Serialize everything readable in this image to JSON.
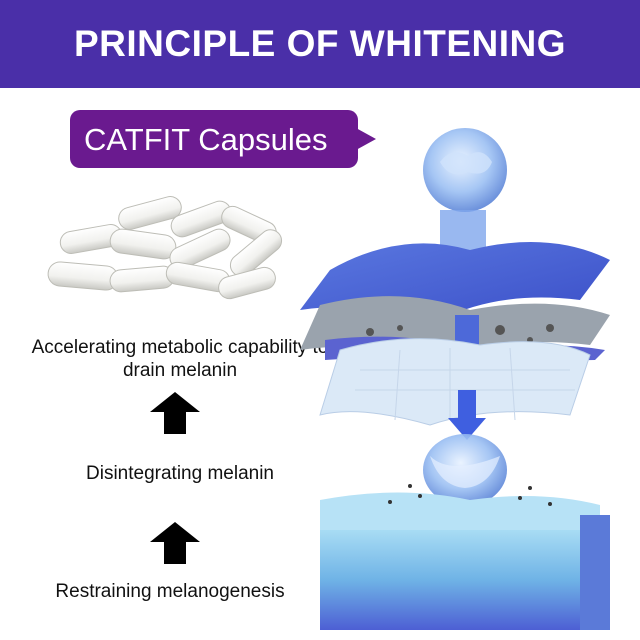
{
  "header": {
    "title": "PRINCIPLE OF WHITENING"
  },
  "badge": {
    "label": "CATFIT Capsules"
  },
  "steps": [
    {
      "text": "Accelerating metabolic capability to drain melanin"
    },
    {
      "text": "Disintegrating melanin"
    },
    {
      "text": "Restraining melanogenesis"
    }
  ],
  "colors": {
    "banner": "#4a2fa8",
    "badge": "#6a1a8f",
    "accent_blue": "#3f5fe0"
  },
  "icons": [
    "up-arrow-icon",
    "up-arrow-icon"
  ]
}
